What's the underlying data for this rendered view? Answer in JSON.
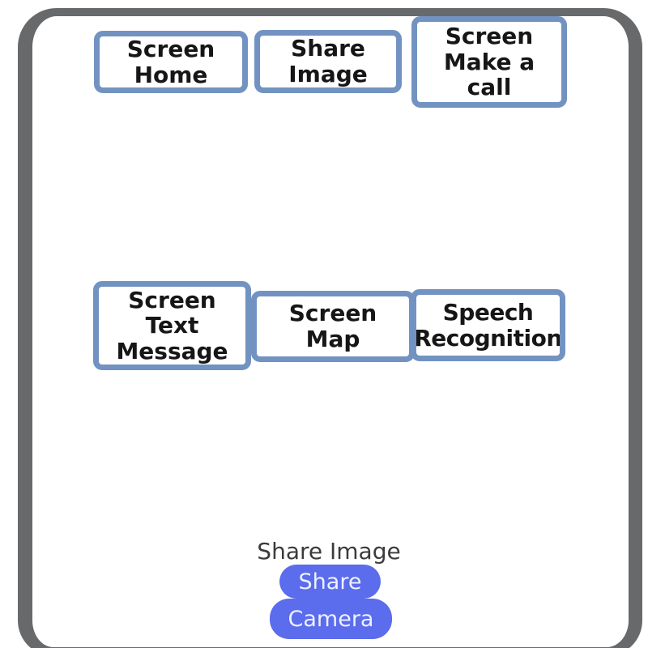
{
  "app": {
    "description": "Mobile app screen-navigation mockup inside a phone frame",
    "colors": {
      "frame": "#68696b",
      "box_border": "#7293c1",
      "box_background": "#ffffff",
      "box_text": "#161616",
      "caption_text": "#3b3b3b",
      "pill_background": "#5b6cec",
      "pill_text": "#eef1ff",
      "page_background": "#ffffff"
    }
  },
  "boxes": [
    {
      "id": "screen-home",
      "label": "Screen\nHome"
    },
    {
      "id": "share-image",
      "label": "Share\nImage"
    },
    {
      "id": "screen-make-a-call",
      "label": "Screen\nMake a\ncall"
    },
    {
      "id": "screen-text-message",
      "label": "Screen\nText\nMessage"
    },
    {
      "id": "screen-map",
      "label": "Screen\nMap"
    },
    {
      "id": "speech-recognition",
      "label": "Speech\nRecognition"
    }
  ],
  "footer": {
    "caption": "Share Image",
    "share_button_label": "Share",
    "camera_button_label": "Camera"
  }
}
